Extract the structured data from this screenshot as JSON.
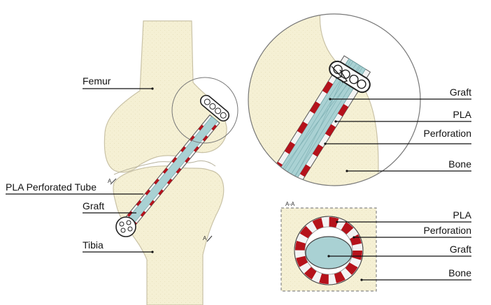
{
  "labels": {
    "femur": "Femur",
    "pla_tube": "PLA Perforated Tube",
    "graft_left": "Graft",
    "tibia": "Tibia",
    "section_marker": "A",
    "zoom_graft": "Graft",
    "zoom_pla": "PLA",
    "zoom_perforation": "Perforation",
    "zoom_bone": "Bone",
    "section_title": "A-A",
    "sec_pla": "PLA",
    "sec_perforation": "Perforation",
    "sec_graft": "Graft",
    "sec_bone": "Bone"
  },
  "colors": {
    "bone": "#f5f0d4",
    "bone_outline": "#c9c2a6",
    "graft": "#a9d1d3",
    "tube_red": "#b5121b",
    "tube_white": "#f3f3f3",
    "line": "#111111"
  }
}
